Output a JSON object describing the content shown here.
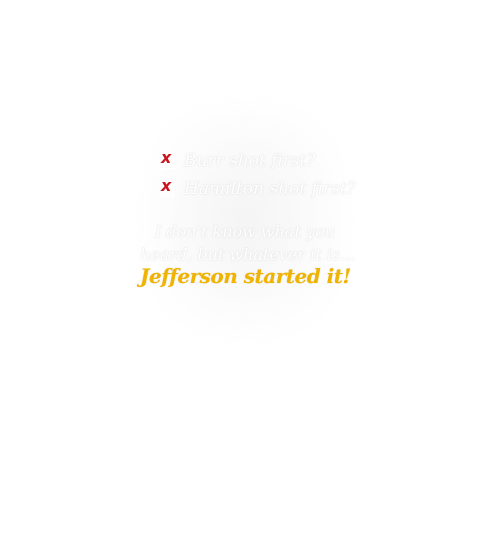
{
  "checklist": [
    {
      "mark": "x",
      "text": "Burr shot first?"
    },
    {
      "mark": "x",
      "text": "Hamilton shot first?"
    }
  ],
  "statement": {
    "line1": "I don't know what you",
    "line2": "heard, but whatever it is..."
  },
  "punchline": "Jefferson started it!",
  "colors": {
    "x_mark": "#c8141e",
    "punchline": "#f0b400",
    "faint_text": "#ffffff"
  }
}
